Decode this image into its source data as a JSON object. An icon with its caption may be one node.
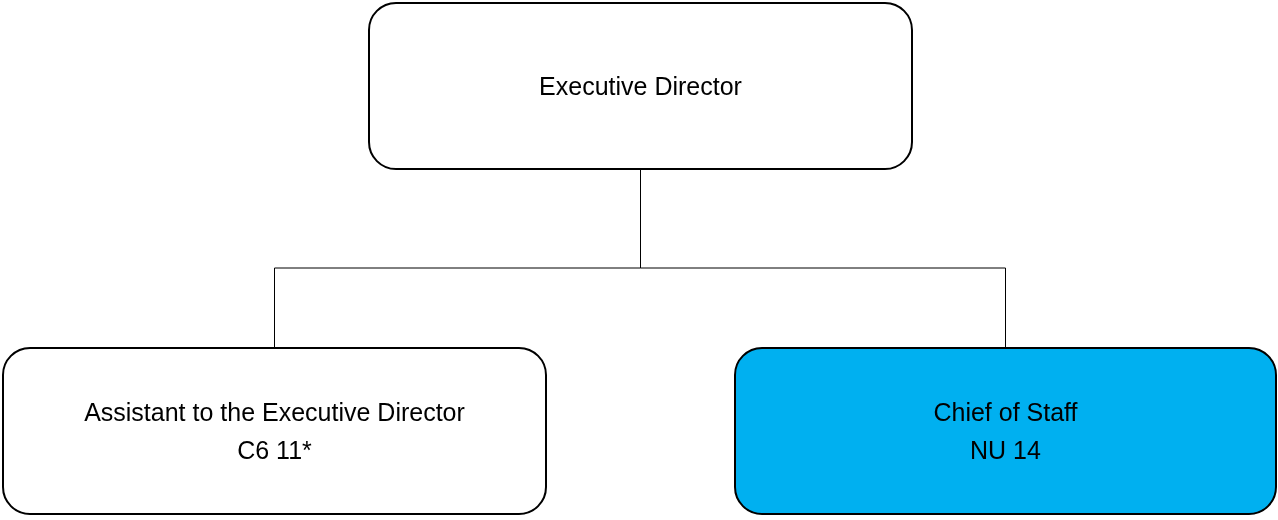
{
  "diagram": {
    "nodes": [
      {
        "text": [
          "Executive Director"
        ]
      },
      {
        "text": [
          "Assistant to the Executive Director",
          "C6 11*"
        ]
      },
      {
        "text": [
          "Chief of Staff",
          "NU 14"
        ]
      }
    ],
    "edges": [
      {
        "from": 0,
        "to": 1,
        "arrow": "none"
      },
      {
        "from": 0,
        "to": 2,
        "arrow": "none"
      }
    ]
  }
}
